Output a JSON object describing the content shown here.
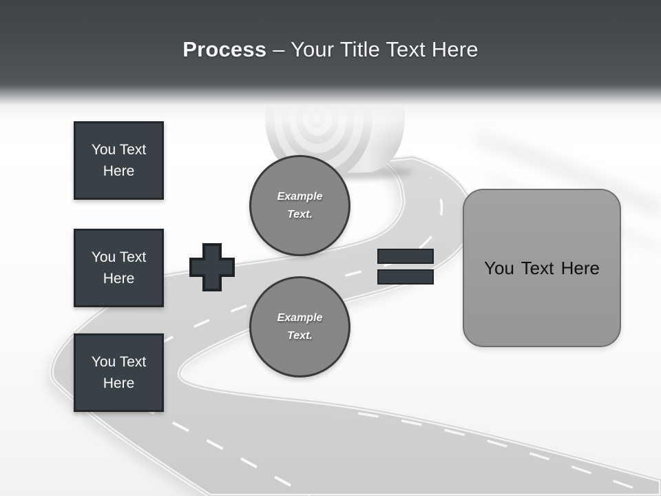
{
  "slide": {
    "header": {
      "title_keyword": "Process",
      "title_rest": "– Your Title Text Here"
    },
    "input_boxes": [
      {
        "label": "You Text Here"
      },
      {
        "label": "You Text Here"
      },
      {
        "label": "You Text Here"
      }
    ],
    "example_circles": [
      {
        "label": "Example Text."
      },
      {
        "label": "Example Text."
      }
    ],
    "operators": {
      "plus_icon": "plus-shape",
      "equals_icon": "equals-shape"
    },
    "result_box": {
      "label": "You Text Here"
    },
    "background_image": "winding-road-with-rolled-up-road",
    "colors": {
      "header_top": "#3e4347",
      "header_bottom": "#575c60",
      "dark_shape": "#3a4146",
      "dark_shape_border": "#22272b",
      "circle_fill": "#878787",
      "circle_border": "#3a3a3a",
      "result_fill": "#9b9b9b",
      "result_border": "#6e6e6e",
      "title_text": "#f6f7f7",
      "box_text": "#ffffff",
      "result_text": "#0e0e0e",
      "road_gray": "#d3d3d3"
    }
  }
}
